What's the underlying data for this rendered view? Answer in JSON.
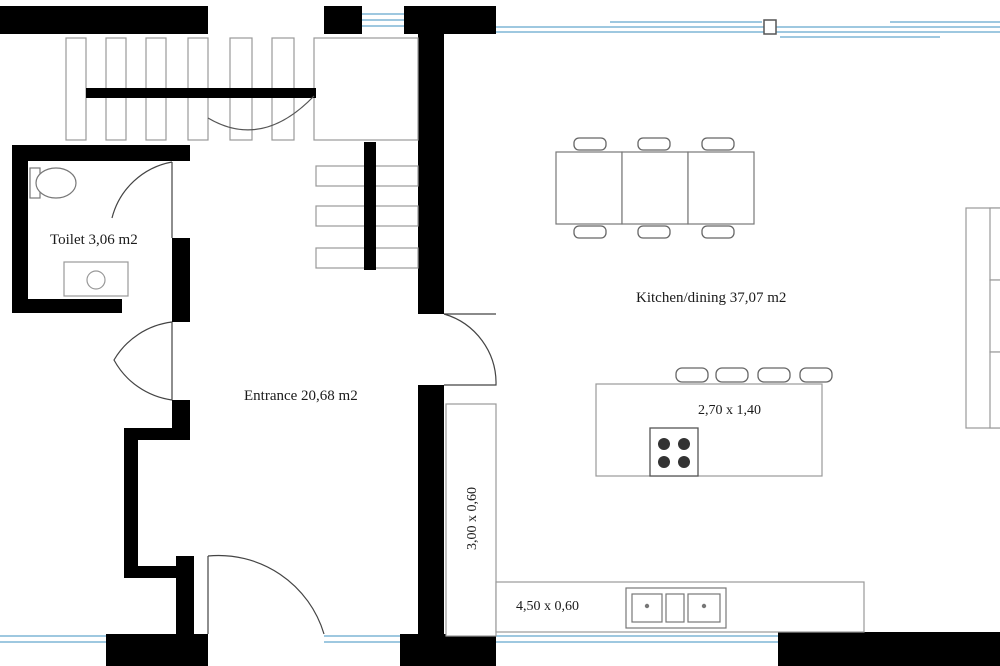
{
  "rooms": {
    "toilet": "Toilet  3,06 m2",
    "entrance": "Entrance 20,68 m2",
    "kitchen": "Kitchen/dining  37,07 m2"
  },
  "dimensions": {
    "island": "2,70 x 1,40",
    "wall_counter": "3,00 x 0,60",
    "sink_counter": "4,50 x 0,60"
  },
  "colors": {
    "wall": "#000000",
    "window": "#7fb6d6",
    "furniture_line": "#8c8c8c"
  }
}
